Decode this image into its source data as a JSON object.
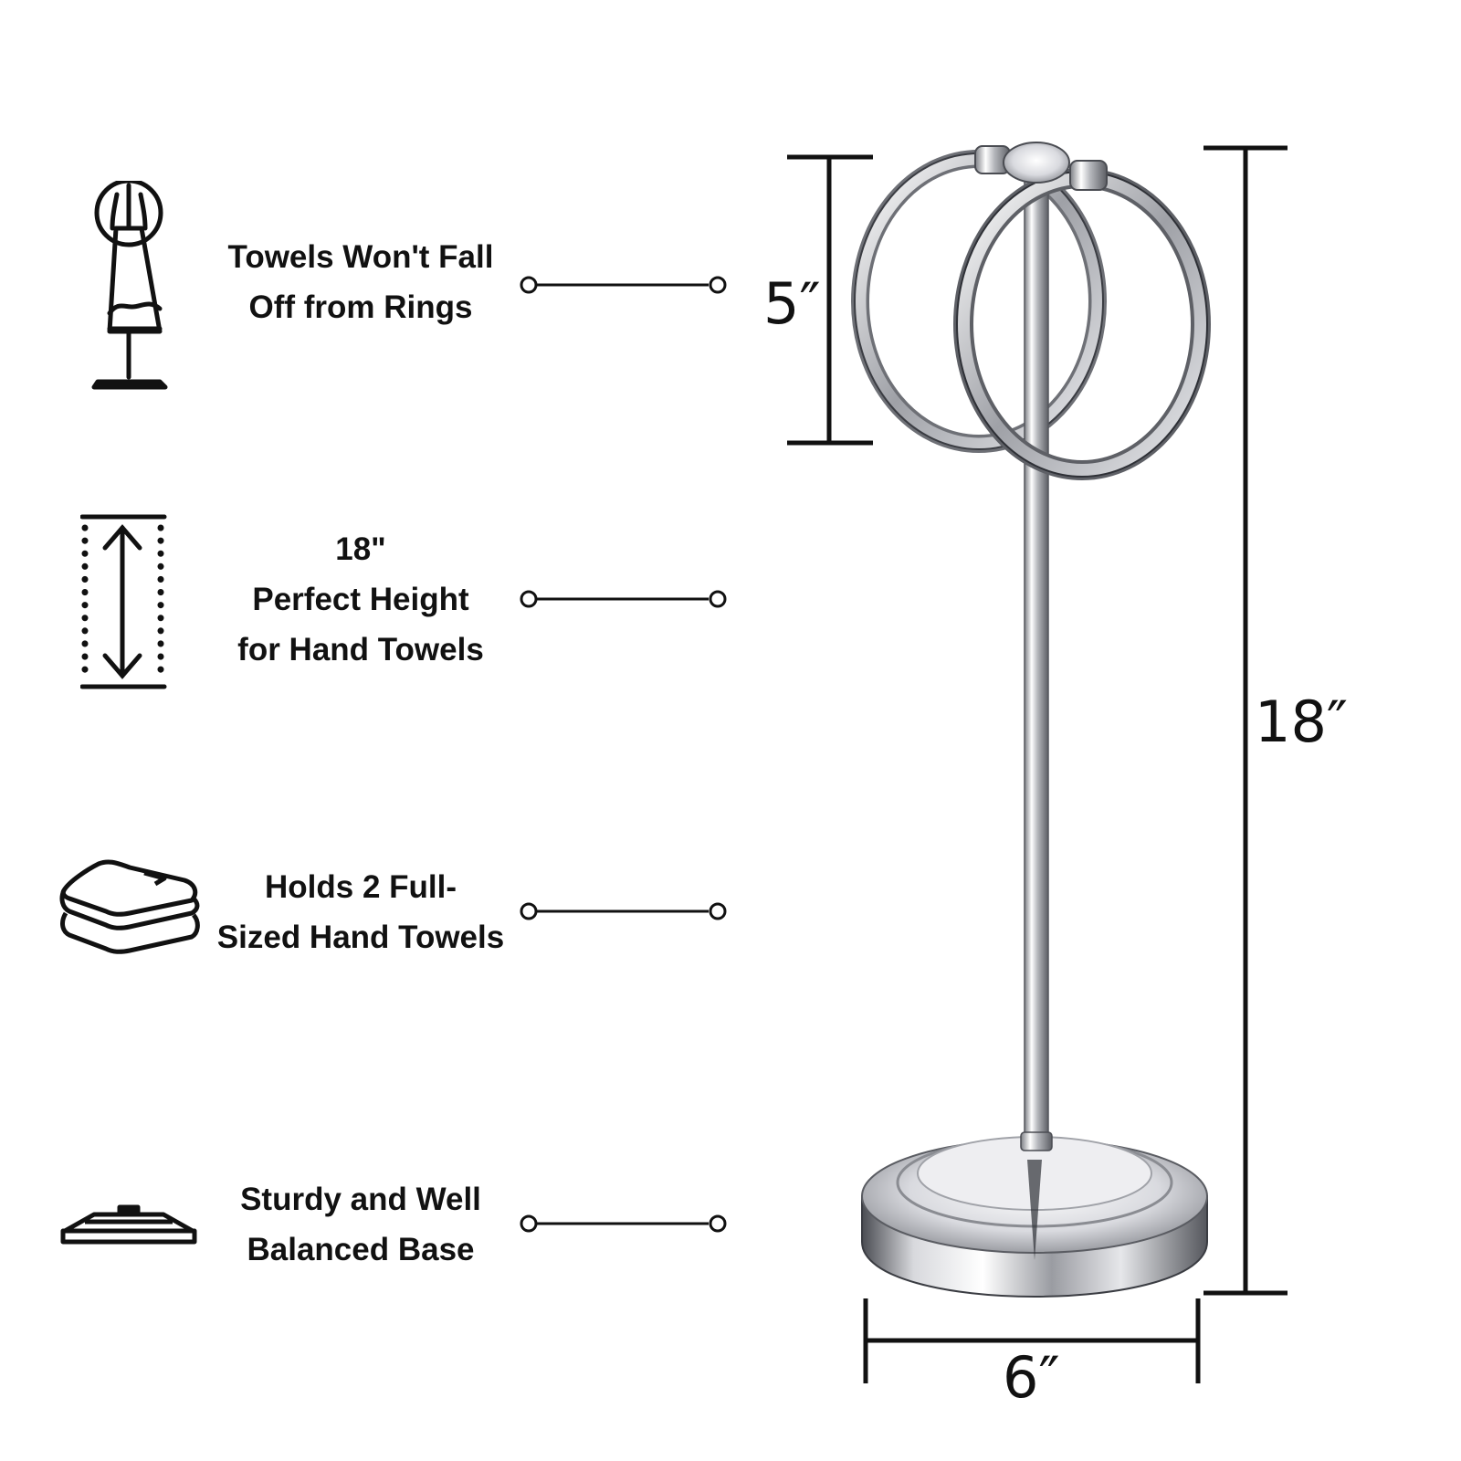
{
  "features": [
    {
      "icon": "towel-on-ring-stand-icon",
      "lines": [
        "Towels Won't Fall",
        "Off from Rings"
      ]
    },
    {
      "icon": "height-arrow-icon",
      "lines": [
        "18\"",
        "Perfect Height",
        "for Hand Towels"
      ]
    },
    {
      "icon": "folded-towels-icon",
      "lines": [
        "Holds 2 Full-",
        "Sized Hand Towels"
      ]
    },
    {
      "icon": "weighted-base-icon",
      "lines": [
        "Sturdy and Well",
        "Balanced Base"
      ]
    }
  ],
  "dimensions": {
    "ring": "5″",
    "height": "18″",
    "base_width": "6″"
  },
  "colors": {
    "ink": "#111111",
    "chrome_light": "#f4f4f6",
    "chrome_dark": "#8a8c92"
  }
}
